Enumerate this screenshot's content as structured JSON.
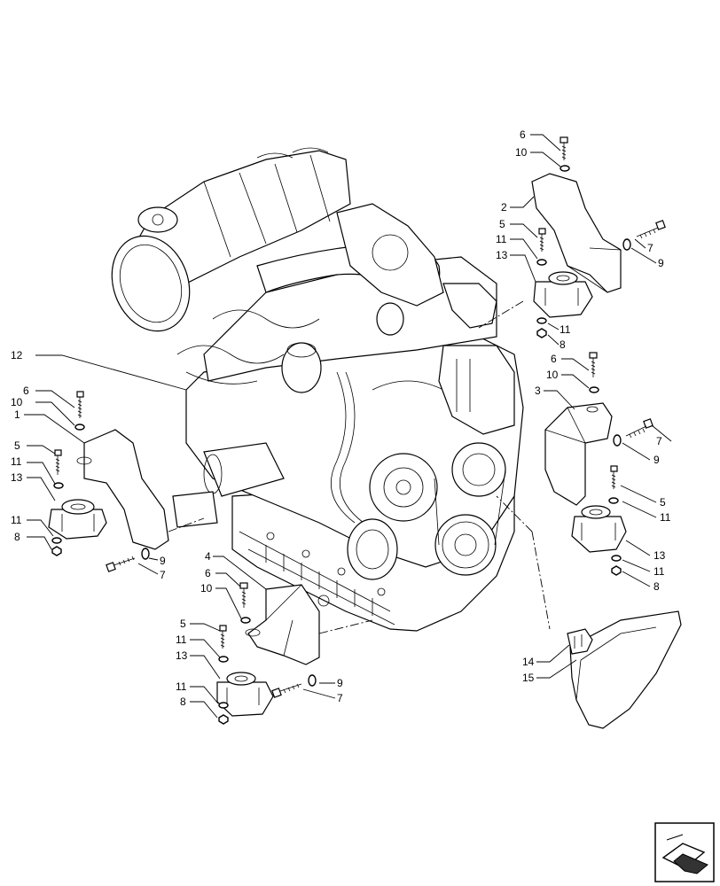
{
  "callouts": {
    "g1": {
      "b": "1",
      "c": "6",
      "d": "10",
      "e": "5",
      "f": "11",
      "g": "13",
      "h": "11",
      "i": "8",
      "j": "9",
      "k": "7",
      "m": "12"
    },
    "g2": {
      "b": "2",
      "c": "6",
      "d": "10",
      "e": "5",
      "f": "11",
      "g": "13",
      "h": "11",
      "i": "8",
      "j": "7",
      "k": "9"
    },
    "g3": {
      "b": "3",
      "c": "6",
      "d": "10",
      "e": "7",
      "f": "9",
      "g": "5",
      "h": "11",
      "i": "13",
      "j": "11",
      "k": "8"
    },
    "g4": {
      "b": "4",
      "c": "6",
      "d": "10",
      "e": "5",
      "f": "11",
      "g": "13",
      "h": "11",
      "i": "8",
      "j": "9",
      "k": "7"
    },
    "g5": {
      "a": "14",
      "b": "15"
    }
  },
  "icons": {
    "nav": "next-page-arrow-icon"
  }
}
